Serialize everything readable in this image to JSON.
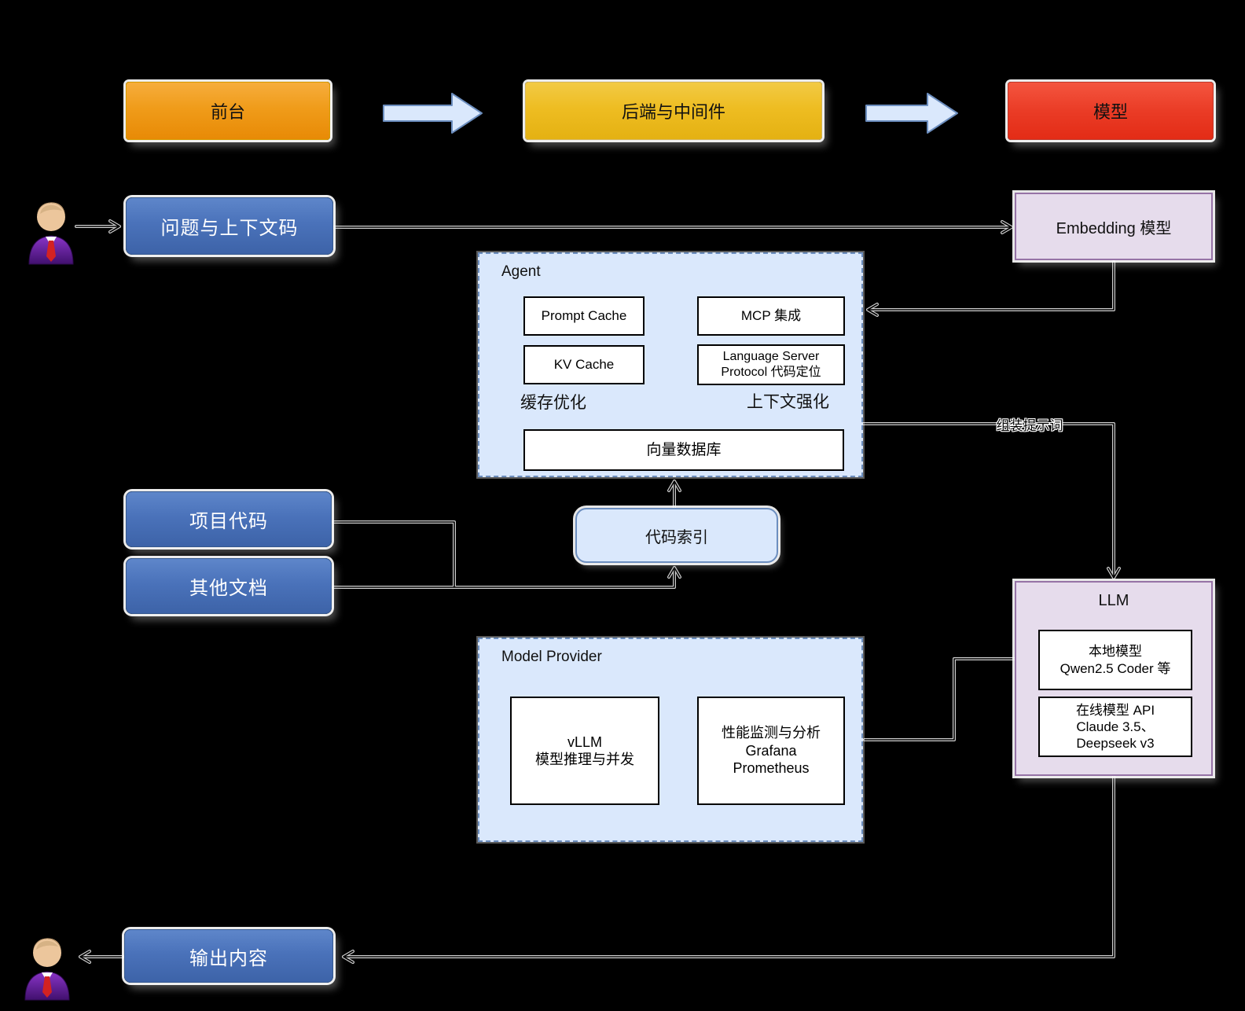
{
  "diagram": {
    "headers": {
      "frontend": "前台",
      "backend": "后端与中间件",
      "model": "模型"
    },
    "nodes": {
      "question": "问题与上下文码",
      "embedding": "Embedding 模型",
      "project_code": "项目代码",
      "other_docs": "其他文档",
      "code_index": "代码索引",
      "output": "输出内容"
    },
    "agent": {
      "title": "Agent",
      "prompt_cache": "Prompt Cache",
      "mcp": "MCP 集成",
      "kv_cache": "KV Cache",
      "lsp_line1": "Language Server",
      "lsp_line2": "Protocol 代码定位",
      "cache_opt_label": "缓存优化",
      "context_enh_label": "上下文强化",
      "vector_db": "向量数据库"
    },
    "model_provider": {
      "title": "Model Provider",
      "vllm_line1": "vLLM",
      "vllm_line2": "模型推理与并发",
      "perf_line1": "性能监测与分析",
      "perf_line2": "Grafana",
      "perf_line3": "Prometheus"
    },
    "llm": {
      "title": "LLM",
      "local_line1": "本地模型",
      "local_line2": "Qwen2.5 Coder 等",
      "online_line1": "在线模型 API",
      "online_line2": "Claude 3.5、",
      "online_line3": "Deepseek v3"
    },
    "edge_labels": {
      "assemble_prompt": "组装提示词"
    },
    "colors": {
      "background": "#000000",
      "header_orange_top": "#f6ad3d",
      "header_orange_bottom": "#e88a06",
      "header_yellow_top": "#f2ca45",
      "header_yellow_bottom": "#e4b112",
      "header_red_top": "#f4553f",
      "header_red_bottom": "#e32c16",
      "node_blue_top": "#5e86ca",
      "node_blue_bottom": "#3d63a8",
      "container_fill": "#dae8fc",
      "container_border": "#6c8ebf",
      "purple_fill": "#e6dcec",
      "purple_border": "#9673a6",
      "line": "#000000"
    }
  }
}
